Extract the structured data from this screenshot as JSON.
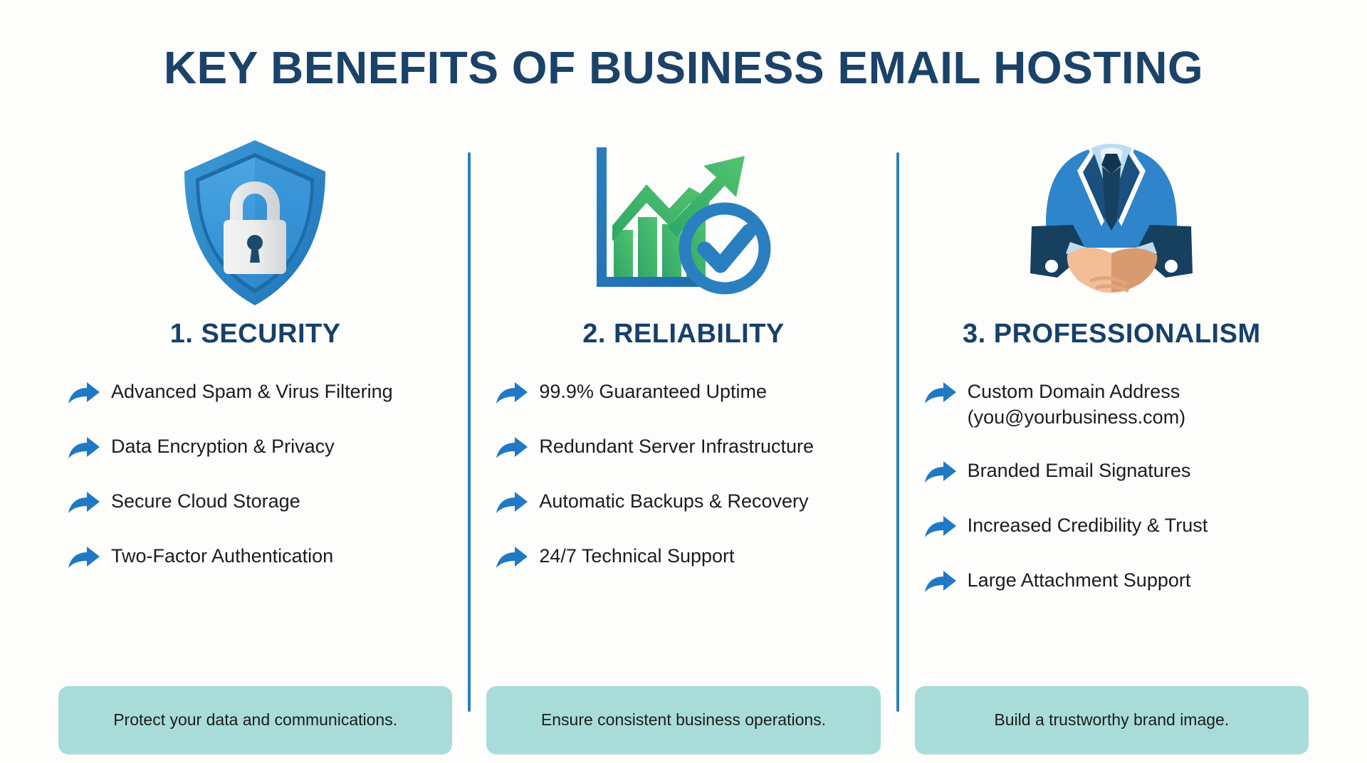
{
  "title": "KEY BENEFITS OF BUSINESS EMAIL HOSTING",
  "theme": {
    "background": "#fdfdfc",
    "title_color": "#1b4268",
    "heading_color": "#17406a",
    "divider_color": "#2e82bc",
    "bullet_arrow_color": "#2079c5",
    "footer_box_color": "#a8dcd9",
    "body_text_color": "#1c1c1c"
  },
  "columns": [
    {
      "icon": "shield-lock-icon",
      "heading": "1. SECURITY",
      "bullets": [
        "Advanced Spam & Virus Filtering",
        "Data Encryption & Privacy",
        "Secure Cloud Storage",
        "Two-Factor Authentication"
      ],
      "footer": "Protect your data and communications."
    },
    {
      "icon": "growth-chart-check-icon",
      "heading": "2. RELIABILITY",
      "bullets": [
        "99.9% Guaranteed Uptime",
        "Redundant Server Infrastructure",
        "Automatic Backups & Recovery",
        "24/7 Technical Support"
      ],
      "footer": "Ensure consistent business operations."
    },
    {
      "icon": "handshake-suit-icon",
      "heading": "3. PROFESSIONALISM",
      "bullets": [
        "Custom Domain Address (you@yourbusiness.com)",
        "Branded Email Signatures",
        "Increased Credibility & Trust",
        "Large Attachment Support"
      ],
      "footer": "Build a trustworthy brand image."
    }
  ]
}
